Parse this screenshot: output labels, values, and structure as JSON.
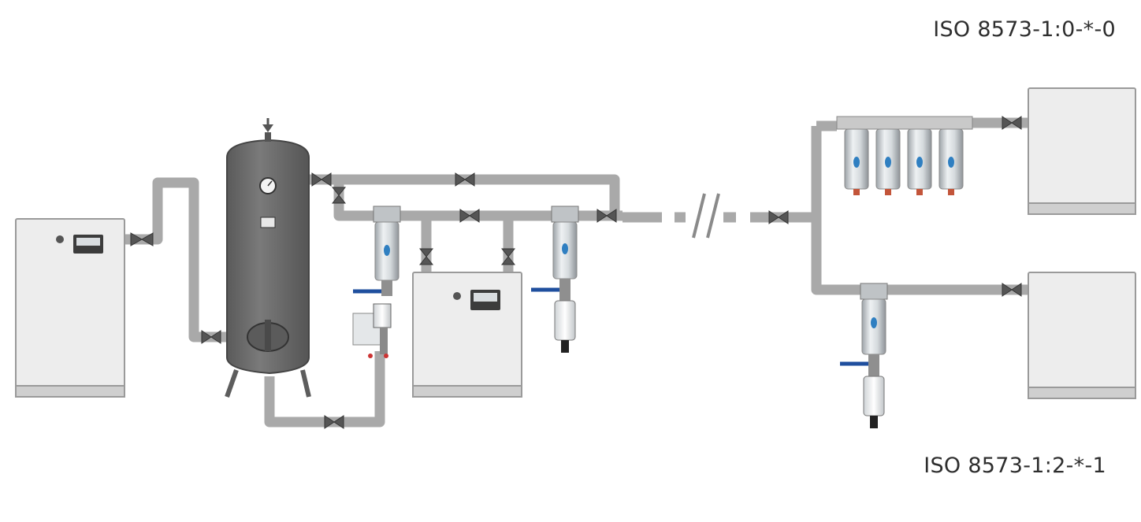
{
  "labels": {
    "iso_top": "ISO 8573-1:0-*-0",
    "iso_bottom": "ISO 8573-1:2-*-1"
  },
  "colors": {
    "pipe": "#a9a9a9",
    "tank": "#6e6e6e",
    "cabinet": "#ededed",
    "valve_handle": "#1f4f9e",
    "filter_badge": "#2f7fc1"
  },
  "icons": [
    "compressor-cabinet",
    "receiver-tank",
    "pressure-gauge",
    "safety-valve",
    "gate-valve",
    "check-valve",
    "filter-housing",
    "condensate-drain",
    "dryer-cabinet",
    "pipe-break-symbol",
    "carbon-filter-bank"
  ]
}
